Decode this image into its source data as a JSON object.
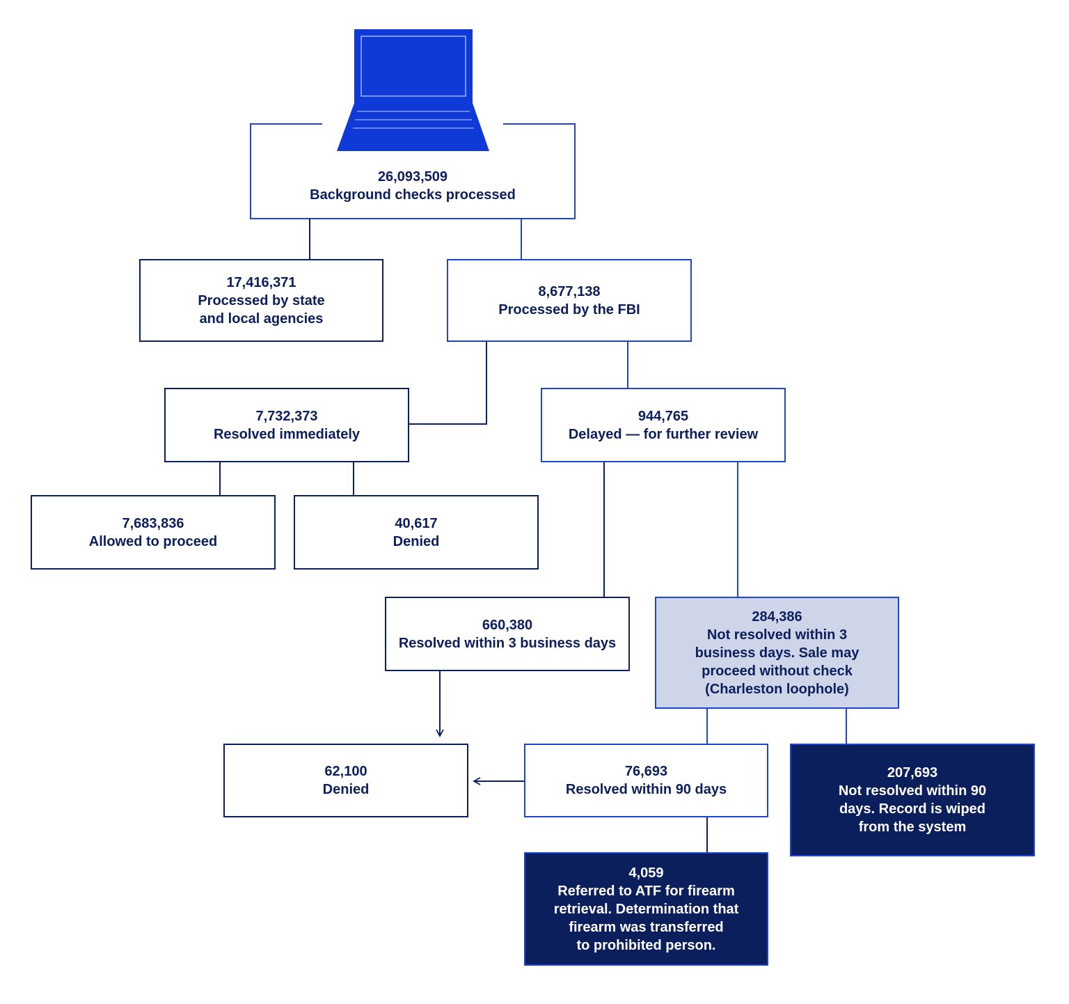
{
  "colors": {
    "navy": "#0b1f5c",
    "blue": "#1e44d6",
    "highlight_fill": "#cfd5e8",
    "dark_fill": "#0b1f5c"
  },
  "icons": {
    "top": "laptop-icon"
  },
  "nodes": {
    "total": {
      "value": "26,093,509",
      "label": "Background checks processed"
    },
    "state_local": {
      "value": "17,416,371",
      "label": "Processed by state\nand local agencies"
    },
    "fbi": {
      "value": "8,677,138",
      "label": "Processed by the FBI"
    },
    "resolved_immediately": {
      "value": "7,732,373",
      "label": "Resolved immediately"
    },
    "delayed": {
      "value": "944,765",
      "label": "Delayed — for further review"
    },
    "allowed": {
      "value": "7,683,836",
      "label": "Allowed to proceed"
    },
    "denied_immediate": {
      "value": "40,617",
      "label": "Denied"
    },
    "resolved_3_days": {
      "value": "660,380",
      "label": "Resolved within 3 business days"
    },
    "not_resolved_3_days": {
      "value": "284,386",
      "label": "Not resolved within 3\nbusiness days. Sale may\nproceed without check\n(Charleston loophole)"
    },
    "denied_total": {
      "value": "62,100",
      "label": "Denied"
    },
    "resolved_90_days": {
      "value": "76,693",
      "label": "Resolved within 90 days"
    },
    "not_resolved_90_days": {
      "value": "207,693",
      "label": "Not resolved within 90\ndays. Record is wiped\nfrom the system"
    },
    "referred_atf": {
      "value": "4,059",
      "label": "Referred to ATF for firearm\nretrieval. Determination that\nfirearm was transferred\nto prohibited person."
    }
  }
}
